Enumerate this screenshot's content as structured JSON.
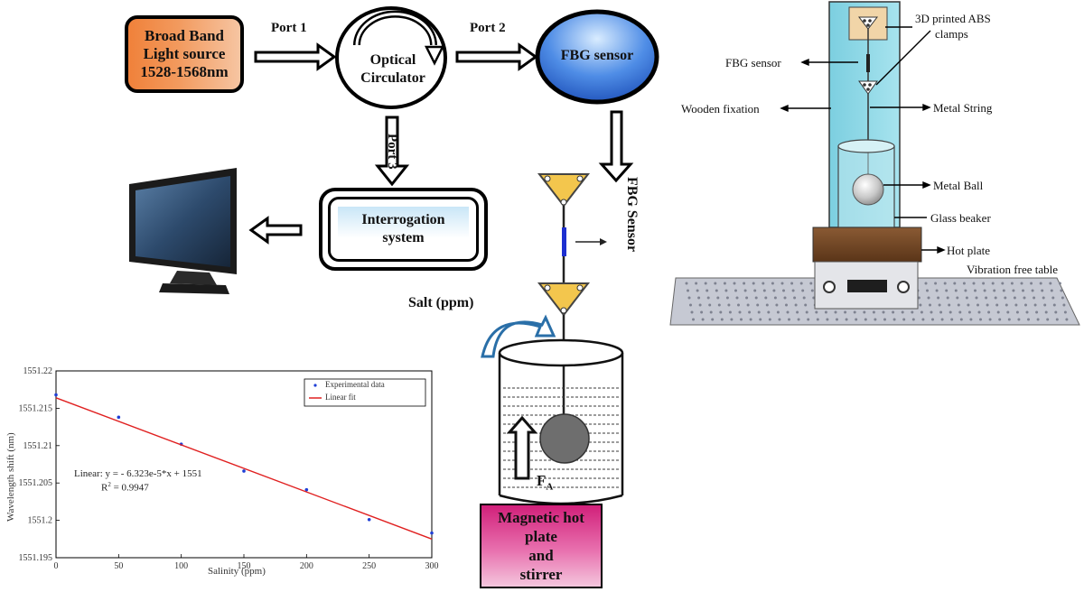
{
  "block_diagram": {
    "source": {
      "line1": "Broad Band",
      "line2": "Light source",
      "line3": "1528-1568nm"
    },
    "port1": "Port 1",
    "port2": "Port 2",
    "port3": "Port 3",
    "circulator": {
      "line1": "Optical",
      "line2": "Circulator"
    },
    "fbg_sensor": "FBG sensor",
    "interrogation": {
      "line1": "Interrogation",
      "line2": "system"
    },
    "fbg_sensor_vertical": "FBG Sensor",
    "salt": "Salt (ppm)",
    "force_label": "F",
    "force_sub": "A",
    "hot_plate": {
      "line1": "Magnetic hot plate",
      "line2": "and",
      "line3": "stirrer"
    }
  },
  "setup_photo": {
    "labels": {
      "clamps_line1": "3D printed ABS",
      "clamps_line2": "clamps",
      "fbg_sensor": "FBG sensor",
      "wooden_fixation": "Wooden fixation",
      "metal_string": "Metal String",
      "metal_ball": "Metal Ball",
      "glass_beaker": "Glass beaker",
      "hot_plate": "Hot plate",
      "vibration_table": "Vibration free table"
    }
  },
  "plot": {
    "fit_line1": "Linear:  y = - 6.323e-5*x + 1551",
    "fit_line2_prefix": "R",
    "fit_line2_sup": "2",
    "fit_line2_suffix": " = 0.9947"
  },
  "chart_data": {
    "type": "scatter",
    "xlabel": "Salinity (ppm)",
    "ylabel": "Wavelength shift (nm)",
    "xlim": [
      0,
      300
    ],
    "ylim": [
      1551.195,
      1551.22
    ],
    "x_ticks": [
      "0",
      "50",
      "100",
      "150",
      "200",
      "250",
      "300"
    ],
    "y_ticks": [
      "1551.195",
      "1551.2",
      "1551.205",
      "1551.21",
      "1551.215",
      "1551.22"
    ],
    "legend_position": "top-right",
    "series": [
      {
        "name": "Experimental data",
        "style": "points",
        "color": "#1f3fd6",
        "x": [
          0,
          50,
          100,
          150,
          200,
          250,
          300
        ],
        "y": [
          1551.2168,
          1551.2138,
          1551.2102,
          1551.2066,
          1551.2041,
          1551.2001,
          1551.1983
        ]
      },
      {
        "name": "Linear fit",
        "style": "line",
        "color": "#e02020",
        "x": [
          0,
          300
        ],
        "y": [
          1551.2164,
          1551.1975
        ]
      }
    ]
  },
  "colors": {
    "source_orange": "#f0813a",
    "fbg_blue": "#2f6fd6",
    "hotplate_pink": "#d1207a",
    "fixation_cyan": "#8fd7e4",
    "clamp_yellow": "#f3c64d"
  }
}
